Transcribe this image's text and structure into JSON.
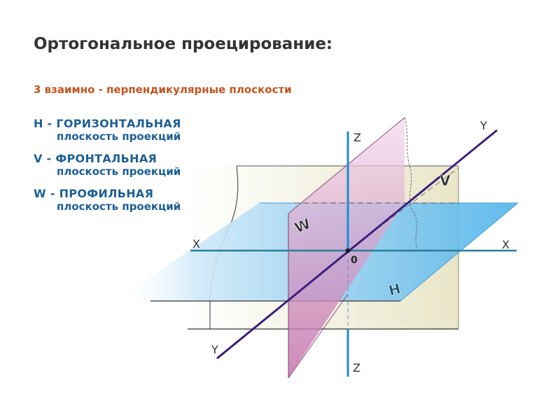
{
  "title": "Ортогональное проецирование:",
  "subtitle": "3 взаимно - перпендикулярные плоскости",
  "legend": [
    {
      "head": "H - ГОРИЗОНТАЛЬНАЯ",
      "sub": "плоскость проекций"
    },
    {
      "head": "V - ФРОНТАЛЬНАЯ",
      "sub": "плоскость проекций"
    },
    {
      "head": "W - ПРОФИЛЬНАЯ",
      "sub": "плоскость проекций"
    }
  ],
  "axes": {
    "x_left": "X",
    "x_right": "X",
    "y_top": "Y",
    "y_bottom": "Y",
    "z_top": "Z",
    "z_bottom": "Z",
    "origin": "0"
  },
  "planes": {
    "h": "H",
    "v": "V",
    "w": "W"
  },
  "colors": {
    "title": "#333333",
    "subtitle": "#c2541f",
    "legend": "#1e5f95",
    "h_plane": "#5fb9ee",
    "v_plane": "#e6e3c4",
    "w_plane": "#c97ab3",
    "x_axis": "#2b7c9b",
    "z_axis": "#1b8cd0",
    "y_axis": "#3b1f7e"
  }
}
